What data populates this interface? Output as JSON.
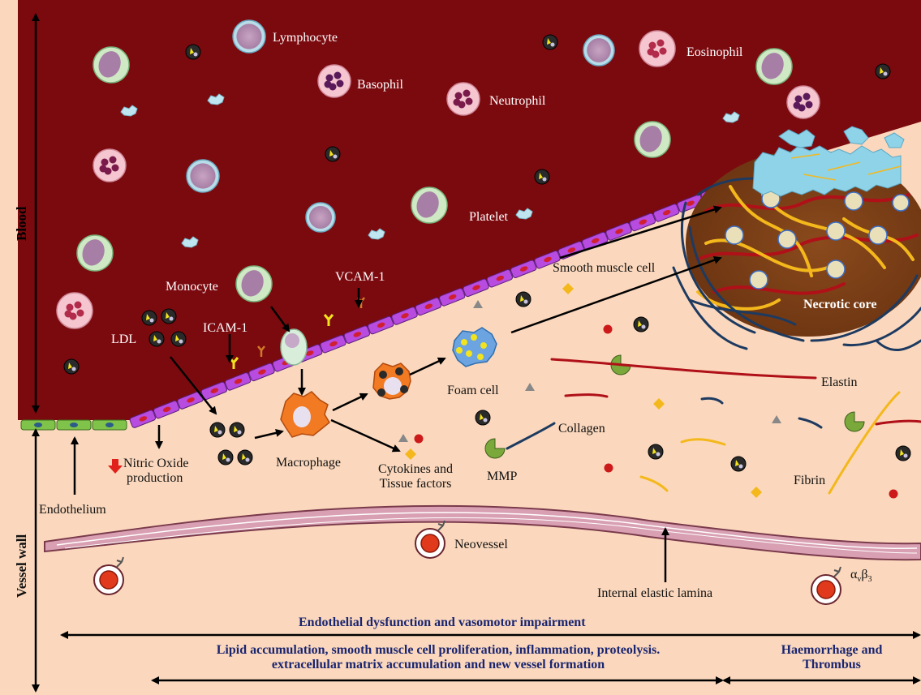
{
  "labels": {
    "blood": "Blood",
    "vessel_wall": "Vessel wall",
    "lymphocyte": "Lymphocyte",
    "basophil": "Basophil",
    "neutrophil": "Neutrophil",
    "eosinophil": "Eosinophil",
    "platelet": "Platelet",
    "monocyte": "Monocyte",
    "vcam": "VCAM-1",
    "icam": "ICAM-1",
    "ldl": "LDL",
    "smooth_muscle_cell": "Smooth muscle cell",
    "necrotic_core": "Necrotic core",
    "elastin": "Elastin",
    "foam_cell": "Foam cell",
    "collagen": "Collagen",
    "macrophage": "Macrophage",
    "cytokines_line1": "Cytokines and",
    "cytokines_line2": "Tissue factors",
    "mmp": "MMP",
    "fibrin": "Fibrin",
    "nitric_oxide_line1": "Nitric Oxide",
    "nitric_oxide_line2": "production",
    "endothelium": "Endothelium",
    "neovessel": "Neovessel",
    "internal_elastic_lamina": "Internal elastic lamina",
    "integrin_alpha": "α",
    "integrin_alpha_sub": "v",
    "integrin_beta": "β",
    "integrin_beta_sub": "3"
  },
  "stages": {
    "stage1": "Endothelial dysfunction and vasomotor impairment",
    "stage2_line1": "Lipid accumulation, smooth muscle cell proliferation, inflammation, proteolysis.",
    "stage2_line2": "extracellular matrix accumulation and new vessel formation",
    "stage3_line1": "Haemorrhage and",
    "stage3_line2": "Thrombus"
  },
  "colors": {
    "blood": "#7b0a0f",
    "vessel_wall": "#fbd8bd",
    "endothelium_purple": "#b84be0",
    "endothelium_green": "#7fc34a",
    "macrophage": "#f27a22",
    "necrotic_core": "#7a3e16",
    "elastin": "#b01018",
    "fibrin": "#f4b81c",
    "collagen": "#1d3a60",
    "stage_text": "#1a2570"
  }
}
